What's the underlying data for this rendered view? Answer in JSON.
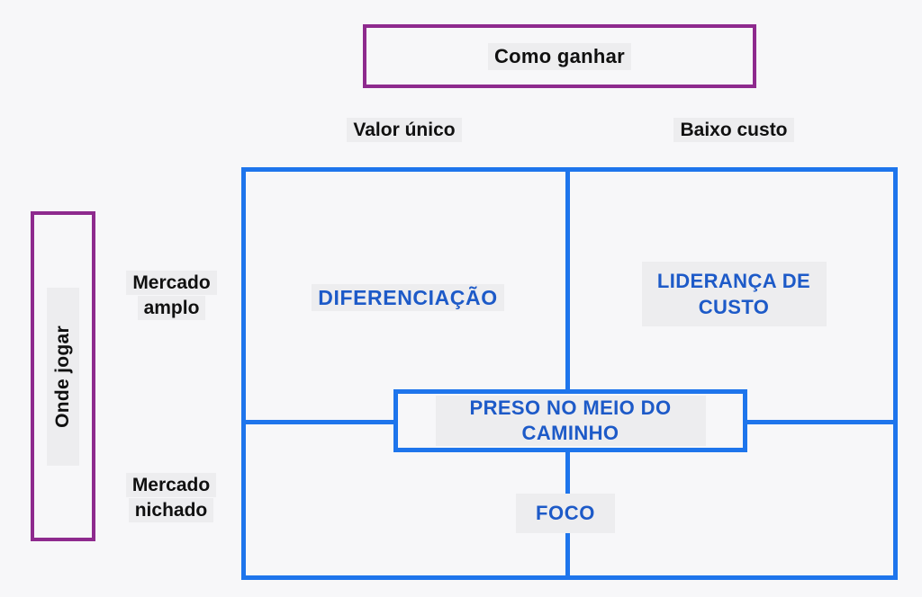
{
  "colors": {
    "background": "#f7f7f9",
    "purple": "#8e2a8e",
    "blue_line": "#1e75ec",
    "blue_text": "#1d5ac8",
    "text_dark": "#101010",
    "highlight": "#ededef"
  },
  "top_axis": {
    "title": "Como ganhar",
    "columns": [
      {
        "label": "Valor único"
      },
      {
        "label": "Baixo custo"
      }
    ]
  },
  "left_axis": {
    "title": "Onde jogar",
    "rows": [
      {
        "label": "Mercado amplo"
      },
      {
        "label": "Mercado nichado"
      }
    ]
  },
  "matrix": {
    "cells": {
      "top_left": "DIFERENCIAÇÃO",
      "top_right": "LIDERANÇA DE CUSTO",
      "middle": "PRESO NO MEIO DO CAMINHO",
      "bottom": "FOCO"
    }
  }
}
